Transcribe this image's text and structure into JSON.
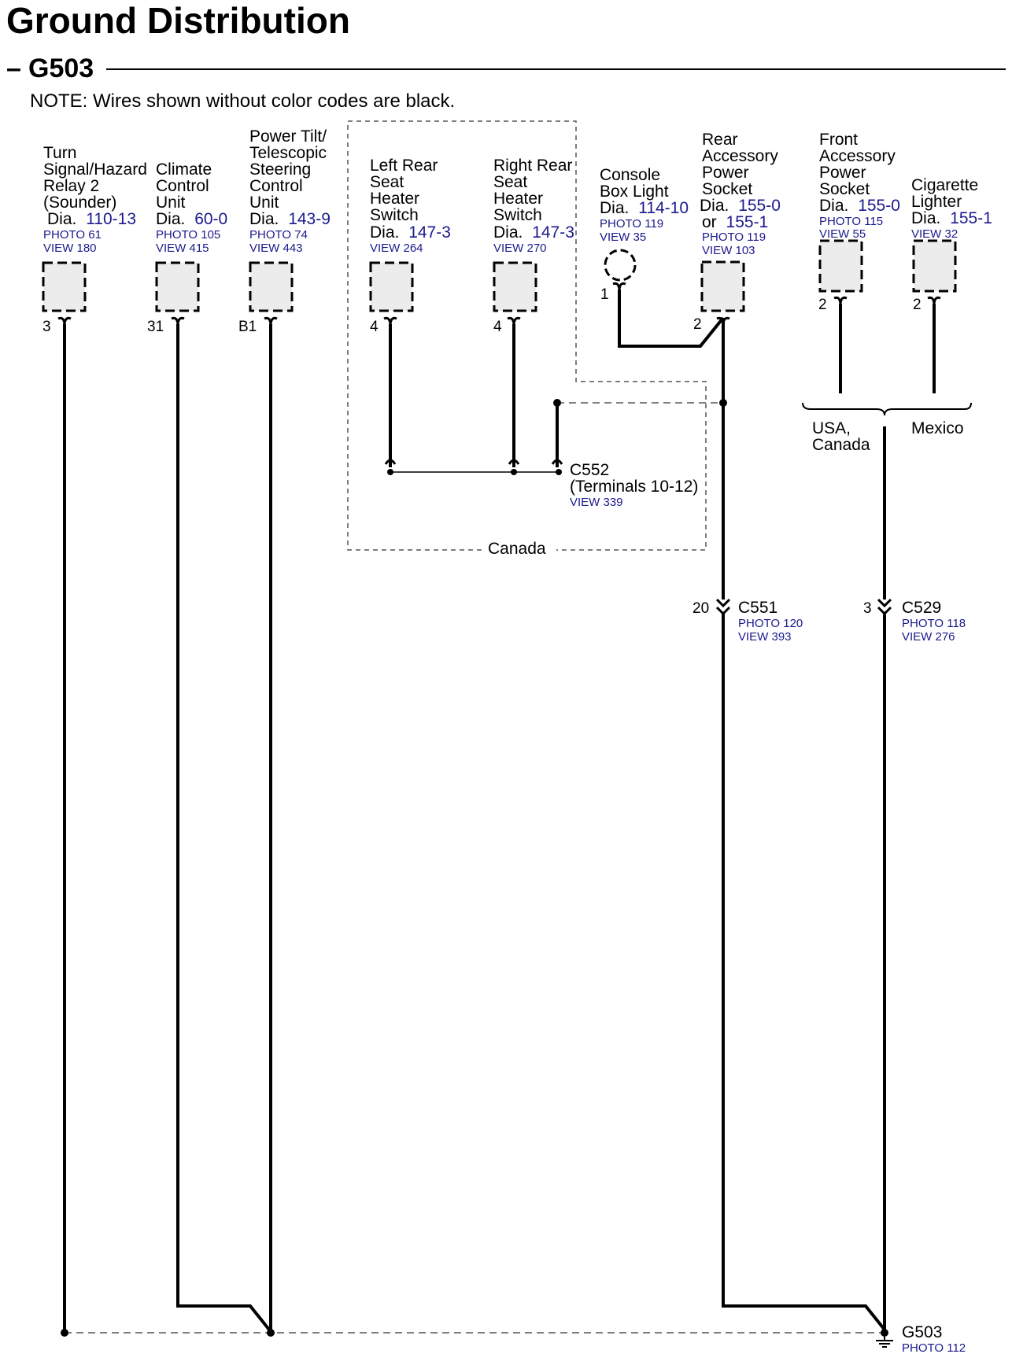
{
  "page_title": "Ground Distribution",
  "section": {
    "dash": "–",
    "name": "G503"
  },
  "note": "NOTE: Wires shown without color codes are black.",
  "colors": {
    "link": "#1a1a8c",
    "wire": "#000000",
    "connector_fill": "#ececec",
    "dashed": "#555555"
  },
  "components": {
    "turn_signal": {
      "name_lines": [
        "Turn",
        "Signal/Hazard",
        "Relay 2",
        "(Sounder)"
      ],
      "dia_prefix": "Dia.",
      "dia": "110-13",
      "refs": [
        "PHOTO 61",
        "VIEW 180"
      ],
      "pin": "3"
    },
    "climate": {
      "name_lines": [
        "Climate",
        "Control",
        "Unit"
      ],
      "dia_prefix": "Dia.",
      "dia": "60-0",
      "refs": [
        "PHOTO 105",
        "VIEW 415"
      ],
      "pin": "31"
    },
    "power_tilt": {
      "name_lines": [
        "Power Tilt/",
        "Telescopic",
        "Steering",
        "Control",
        "Unit"
      ],
      "dia_prefix": "Dia.",
      "dia": "143-9",
      "refs": [
        "PHOTO 74",
        "VIEW 443"
      ],
      "pin": "B1"
    },
    "left_rear": {
      "name_lines": [
        "Left Rear",
        "Seat",
        "Heater",
        "Switch"
      ],
      "dia_prefix": "Dia.",
      "dia": "147-3",
      "refs": [
        "VIEW 264"
      ],
      "pin": "4"
    },
    "right_rear": {
      "name_lines": [
        "Right Rear",
        "Seat",
        "Heater",
        "Switch"
      ],
      "dia_prefix": "Dia.",
      "dia": "147-3",
      "refs": [
        "VIEW 270"
      ],
      "pin": "4"
    },
    "console_light": {
      "name_lines": [
        "Console",
        "Box Light"
      ],
      "dia_prefix": "Dia.",
      "dia": "114-10",
      "refs": [
        "PHOTO 119",
        "VIEW 35"
      ],
      "pin": "1"
    },
    "rear_socket": {
      "name_lines": [
        "Rear",
        "Accessory",
        "Power",
        "Socket"
      ],
      "dia_prefix": "Dia.",
      "dia": "155-0",
      "or_prefix": "or",
      "dia_alt": "155-1",
      "refs": [
        "PHOTO 119",
        "VIEW 103"
      ],
      "pin": "2"
    },
    "front_socket": {
      "name_lines": [
        "Front",
        "Accessory",
        "Power",
        "Socket"
      ],
      "dia_prefix": "Dia.",
      "dia": "155-0",
      "refs": [
        "PHOTO 115",
        "VIEW 55"
      ],
      "pin": "2"
    },
    "cigarette": {
      "name_lines": [
        "Cigarette",
        "Lighter"
      ],
      "dia_prefix": "Dia.",
      "dia": "155-1",
      "refs": [
        "VIEW 32"
      ],
      "pin": "2"
    }
  },
  "c552": {
    "name": "C552",
    "detail": "(Terminals 10-12)",
    "refs": [
      "VIEW 339"
    ]
  },
  "canada_label": "Canada",
  "option_labels": {
    "left_lines": [
      "USA,",
      "Canada"
    ],
    "right": "Mexico"
  },
  "c551": {
    "pin": "20",
    "name": "C551",
    "refs": [
      "PHOTO 120",
      "VIEW 393"
    ]
  },
  "c529": {
    "pin": "3",
    "name": "C529",
    "refs": [
      "PHOTO 118",
      "VIEW 276"
    ]
  },
  "g503": {
    "name": "G503",
    "refs": [
      "PHOTO 112"
    ]
  }
}
